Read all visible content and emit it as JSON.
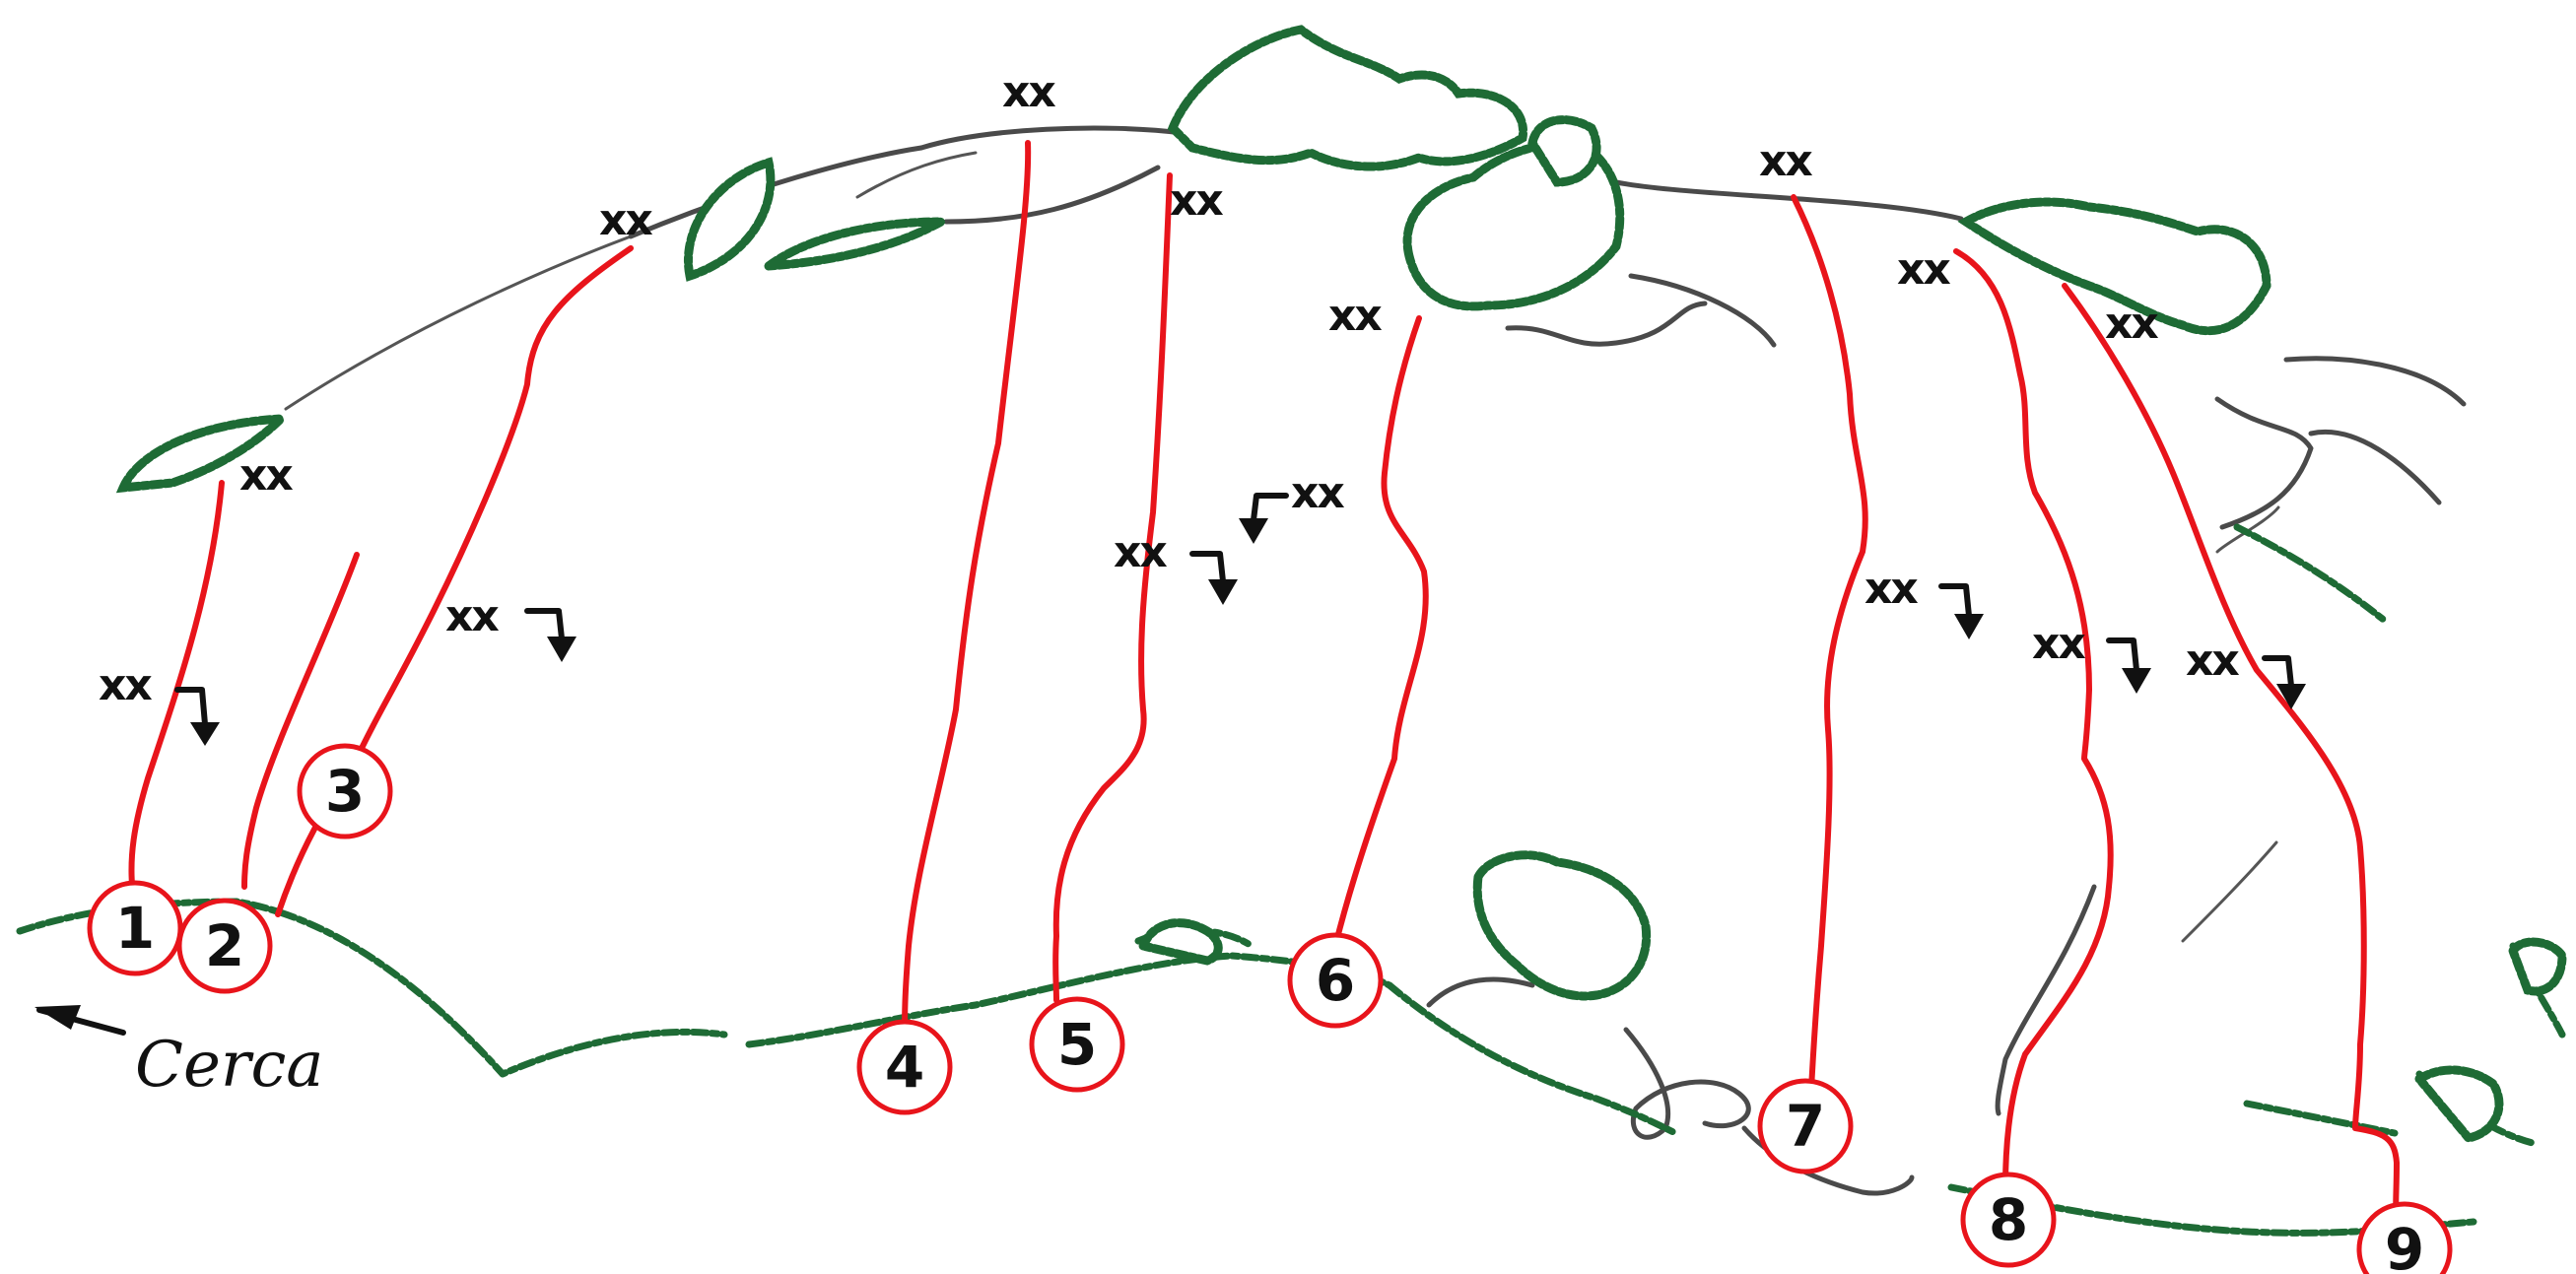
{
  "routes": [
    {
      "number": "1",
      "color": "#e8141b"
    },
    {
      "number": "2",
      "color": "#e8141b"
    },
    {
      "number": "3",
      "color": "#e8141b"
    },
    {
      "number": "4",
      "color": "#e8141b"
    },
    {
      "number": "5",
      "color": "#e8141b"
    },
    {
      "number": "6",
      "color": "#e8141b"
    },
    {
      "number": "7",
      "color": "#e8141b"
    },
    {
      "number": "8",
      "color": "#e8141b"
    },
    {
      "number": "9",
      "color": "#e8141b"
    }
  ],
  "anchor_label": "xx",
  "approach": {
    "label": "Cerca",
    "icon": "arrow-left-icon"
  },
  "colors": {
    "route": "#e8141b",
    "vegetation": "#1e6b35",
    "rock": "#4a4a4a",
    "text": "#111111"
  }
}
